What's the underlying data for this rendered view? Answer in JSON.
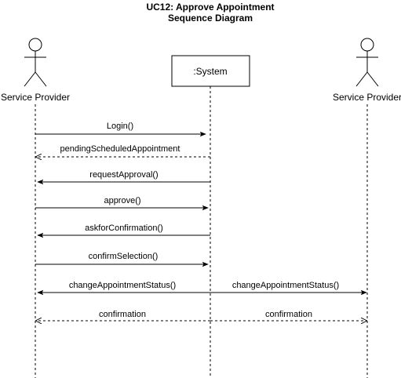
{
  "diagram": {
    "title_line1": "UC12: Approve Appointment",
    "title_line2": "Sequence Diagram",
    "participants": {
      "left_actor": "Service Provider",
      "system": ":System",
      "right_actor": "Service Provider"
    },
    "messages": [
      {
        "label": "Login()",
        "from": "left_actor",
        "to": "system",
        "style": "solid",
        "arrow": "filled"
      },
      {
        "label": "pendingScheduledAppointment",
        "from": "system",
        "to": "left_actor",
        "style": "dashed",
        "arrow": "open"
      },
      {
        "label": "requestApproval()",
        "from": "system",
        "to": "left_actor",
        "style": "solid",
        "arrow": "filled"
      },
      {
        "label": "approve()",
        "from": "left_actor",
        "to": "system",
        "style": "solid",
        "arrow": "filled"
      },
      {
        "label": "askforConfirmation()",
        "from": "system",
        "to": "left_actor",
        "style": "solid",
        "arrow": "filled"
      },
      {
        "label": "confirmSelection()",
        "from": "left_actor",
        "to": "system",
        "style": "solid",
        "arrow": "filled"
      },
      {
        "label": "changeAppointmentStatus()",
        "from": "system",
        "to": "left_actor",
        "style": "solid",
        "arrow": "filled"
      },
      {
        "label": "changeAppointmentStatus()",
        "from": "system",
        "to": "right_actor",
        "style": "solid",
        "arrow": "filled"
      },
      {
        "label": "confirmation",
        "from": "system",
        "to": "left_actor",
        "style": "dashed",
        "arrow": "open"
      },
      {
        "label": "confirmation",
        "from": "system",
        "to": "right_actor",
        "style": "dashed",
        "arrow": "open"
      }
    ]
  }
}
